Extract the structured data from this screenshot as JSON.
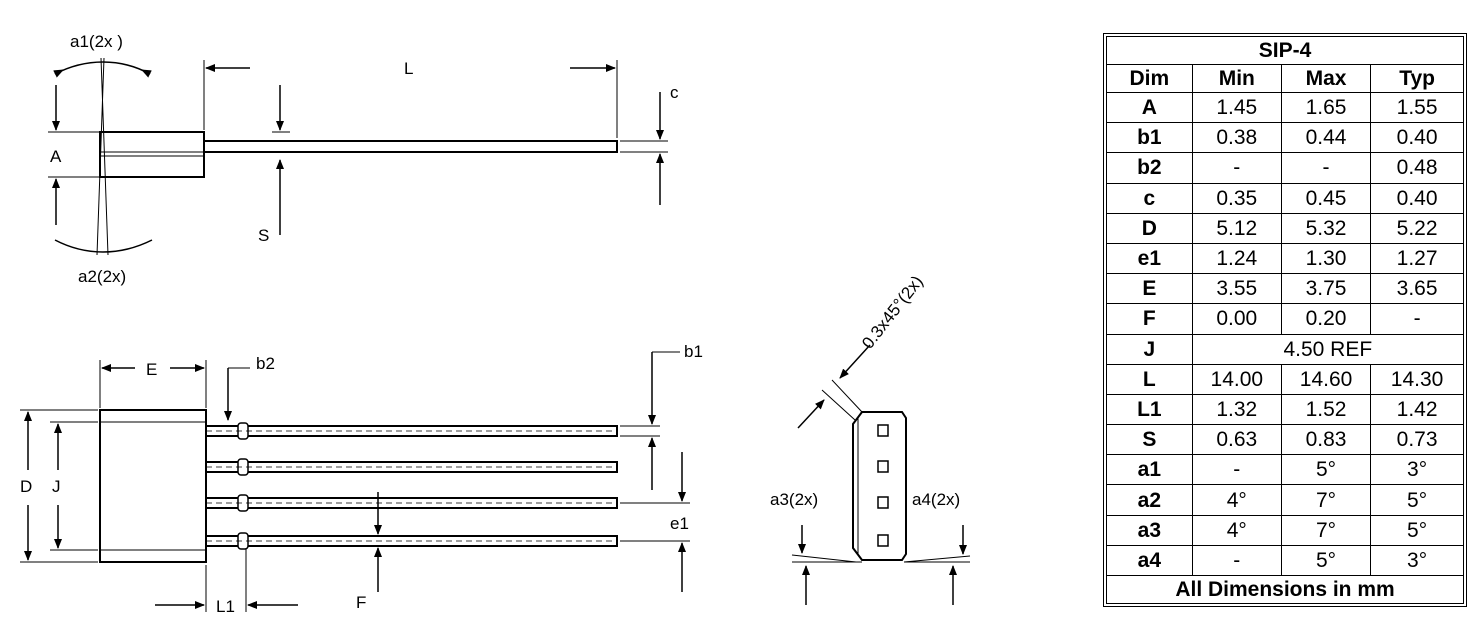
{
  "drawing": {
    "labels": {
      "a1": "a1(2x  )",
      "a2": "a2(2x)",
      "L": "L",
      "c": "c",
      "A": "A",
      "S": "S",
      "E": "E",
      "b2": "b2",
      "b1": "b1",
      "D": "D",
      "J": "J",
      "e1": "e1",
      "L1": "L1",
      "F": "F",
      "a3": "a3(2x)",
      "a4": "a4(2x)",
      "chamfer": "0.3x45°(2x)"
    }
  },
  "table": {
    "title": "SIP-4",
    "headers": [
      "Dim",
      "Min",
      "Max",
      "Typ"
    ],
    "rows": [
      [
        "A",
        "1.45",
        "1.65",
        "1.55"
      ],
      [
        "b1",
        "0.38",
        "0.44",
        "0.40"
      ],
      [
        "b2",
        "-",
        "-",
        "0.48"
      ],
      [
        "c",
        "0.35",
        "0.45",
        "0.40"
      ],
      [
        "D",
        "5.12",
        "5.32",
        "5.22"
      ],
      [
        "e1",
        "1.24",
        "1.30",
        "1.27"
      ],
      [
        "E",
        "3.55",
        "3.75",
        "3.65"
      ],
      [
        "F",
        "0.00",
        "0.20",
        "-"
      ],
      [
        "J",
        "4.50 REF"
      ],
      [
        "L",
        "14.00",
        "14.60",
        "14.30"
      ],
      [
        "L1",
        "1.32",
        "1.52",
        "1.42"
      ],
      [
        "S",
        "0.63",
        "0.83",
        "0.73"
      ],
      [
        "a1",
        "-",
        "5°",
        "3°"
      ],
      [
        "a2",
        "4°",
        "7°",
        "5°"
      ],
      [
        "a3",
        "4°",
        "7°",
        "5°"
      ],
      [
        "a4",
        "-",
        "5°",
        "3°"
      ]
    ],
    "footer": "All Dimensions in mm"
  }
}
